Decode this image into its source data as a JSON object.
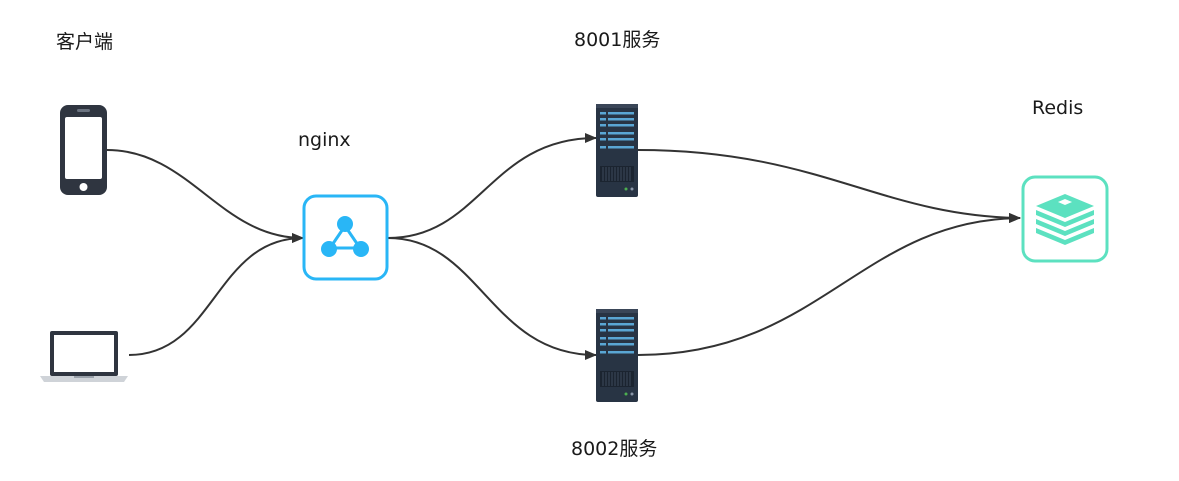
{
  "labels": {
    "client": "客户端",
    "nginx": "nginx",
    "server1": "8001服务",
    "server2": "8002服务",
    "redis": "Redis"
  },
  "colors": {
    "nginx_accent": "#29b6f6",
    "redis_accent": "#5ce1c0",
    "device_dark": "#2f3540",
    "server_body": "#283444",
    "server_accent": "#5aa6d4",
    "edge": "#333333"
  },
  "nodes": [
    {
      "id": "phone",
      "icon": "smartphone-icon",
      "group": "client"
    },
    {
      "id": "laptop",
      "icon": "laptop-icon",
      "group": "client"
    },
    {
      "id": "nginx",
      "icon": "nginx-load-balancer-icon"
    },
    {
      "id": "server-8001",
      "icon": "server-icon"
    },
    {
      "id": "server-8002",
      "icon": "server-icon"
    },
    {
      "id": "redis",
      "icon": "redis-database-icon"
    }
  ],
  "edges": [
    {
      "from": "phone",
      "to": "nginx"
    },
    {
      "from": "laptop",
      "to": "nginx"
    },
    {
      "from": "nginx",
      "to": "server-8001"
    },
    {
      "from": "nginx",
      "to": "server-8002"
    },
    {
      "from": "server-8001",
      "to": "redis"
    },
    {
      "from": "server-8002",
      "to": "redis"
    }
  ]
}
